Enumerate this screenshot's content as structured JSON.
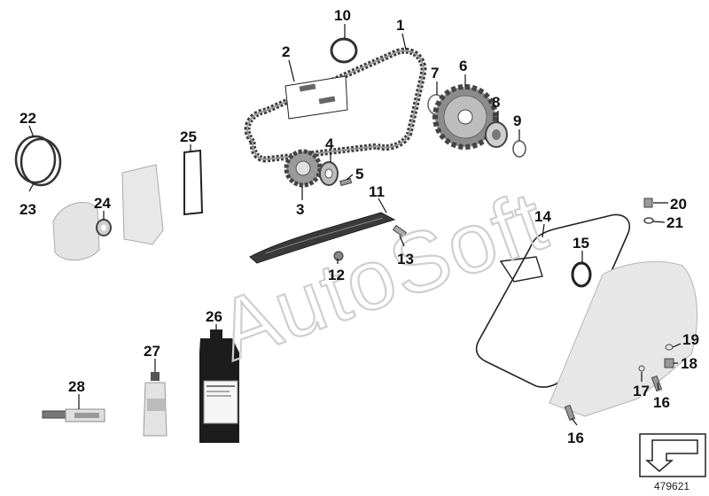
{
  "watermark": "AutoSoft",
  "diagram_number": "479621",
  "callouts": [
    {
      "id": "1",
      "label": "1"
    },
    {
      "id": "2",
      "label": "2"
    },
    {
      "id": "3",
      "label": "3"
    },
    {
      "id": "4",
      "label": "4"
    },
    {
      "id": "5",
      "label": "5"
    },
    {
      "id": "6",
      "label": "6"
    },
    {
      "id": "7",
      "label": "7"
    },
    {
      "id": "8",
      "label": "8"
    },
    {
      "id": "9",
      "label": "9"
    },
    {
      "id": "10",
      "label": "10"
    },
    {
      "id": "11",
      "label": "11"
    },
    {
      "id": "12",
      "label": "12"
    },
    {
      "id": "13",
      "label": "13"
    },
    {
      "id": "14",
      "label": "14"
    },
    {
      "id": "15",
      "label": "15"
    },
    {
      "id": "16a",
      "label": "16"
    },
    {
      "id": "16b",
      "label": "16"
    },
    {
      "id": "17",
      "label": "17"
    },
    {
      "id": "18",
      "label": "18"
    },
    {
      "id": "19",
      "label": "19"
    },
    {
      "id": "20",
      "label": "20"
    },
    {
      "id": "21",
      "label": "21"
    },
    {
      "id": "22",
      "label": "22"
    },
    {
      "id": "23",
      "label": "23"
    },
    {
      "id": "24",
      "label": "24"
    },
    {
      "id": "25",
      "label": "25"
    },
    {
      "id": "26",
      "label": "26"
    },
    {
      "id": "27",
      "label": "27"
    },
    {
      "id": "28",
      "label": "28"
    }
  ],
  "colors": {
    "part_fill": "#e6e6e6",
    "part_dark": "#3a3a3a",
    "bottle": "#1c1c1c",
    "watermark": "#cfcfcf"
  },
  "icons": [
    "arrow-box-icon"
  ]
}
